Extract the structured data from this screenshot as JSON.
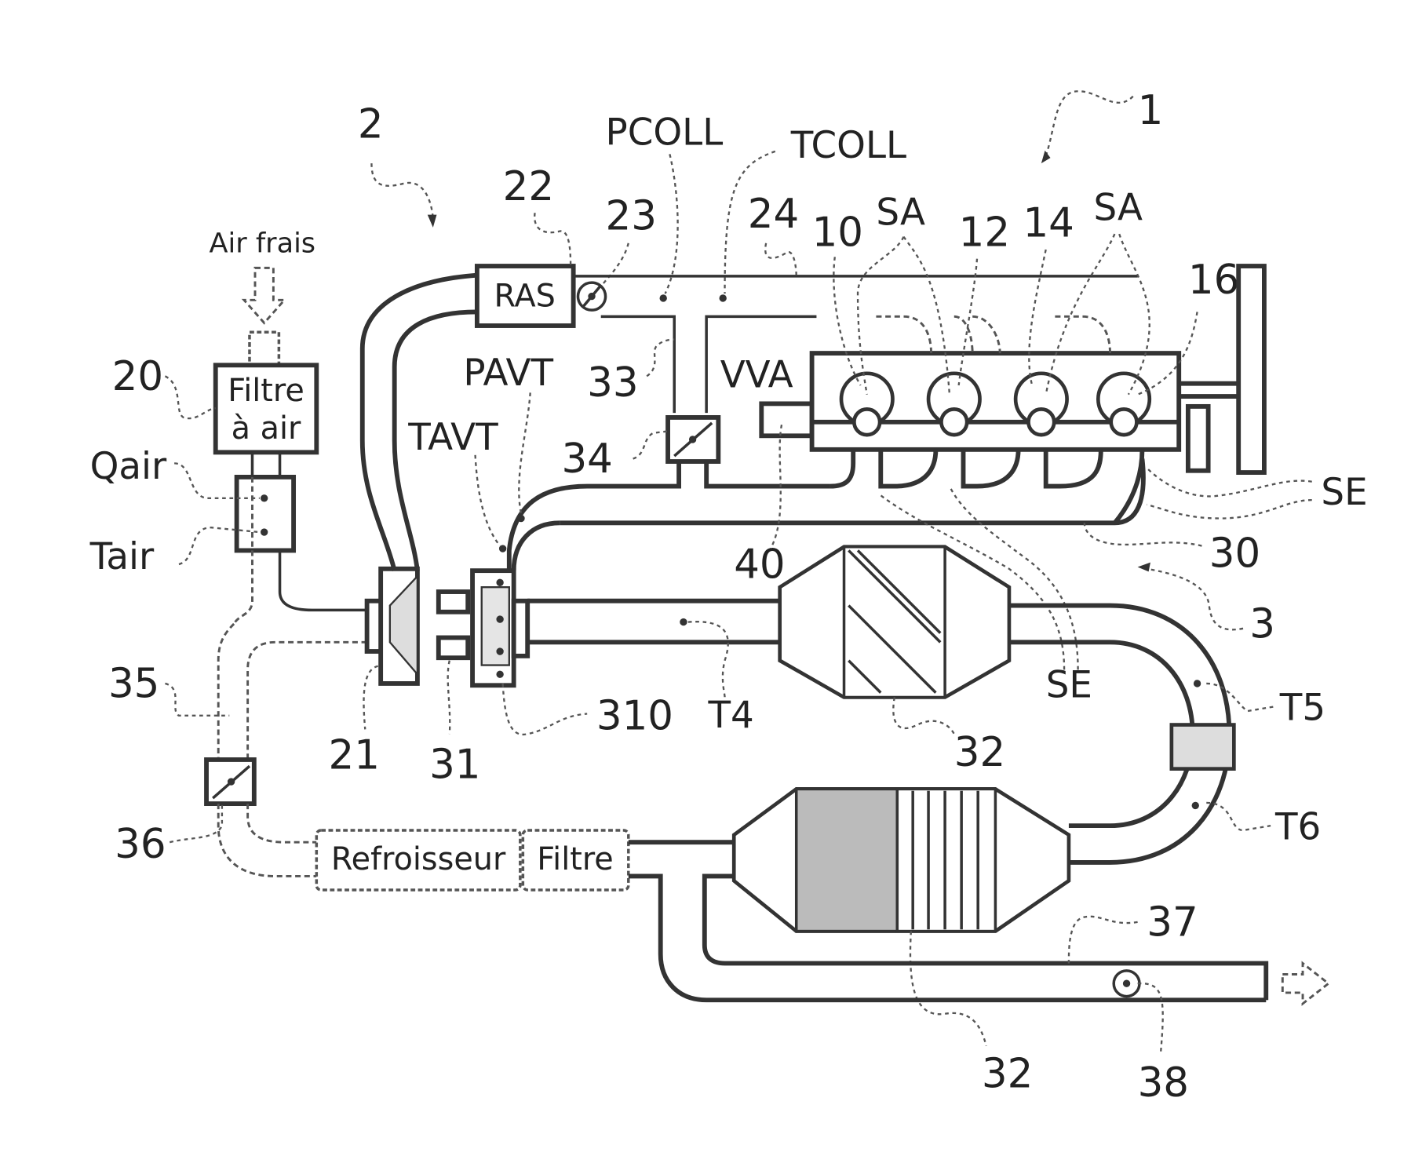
{
  "figure": {
    "system_refs": {
      "engine": "1",
      "intake": "2",
      "exhaust": "3"
    },
    "inlet": {
      "label": "Air frais"
    },
    "components": {
      "air_filter": {
        "ref": "20",
        "label_line1": "Filtre",
        "label_line2": "à air"
      },
      "compressor": {
        "ref": "21"
      },
      "charge_air_cooler": {
        "ref": "22",
        "label": "RAS"
      },
      "throttle": {
        "ref": "23"
      },
      "intake_manifold": {
        "ref": "24"
      },
      "cylinders": [
        "10",
        "12",
        "14",
        "16"
      ],
      "valve_actuation": {
        "ref": "40",
        "label": "VVA"
      },
      "exhaust_manifold": {
        "ref": "30"
      },
      "turbine": {
        "ref": "31"
      },
      "wastegate": {
        "ref": "310"
      },
      "egr_line_hp": {
        "ref": "33"
      },
      "egr_valve_hp": {
        "ref": "34"
      },
      "egr_line_lp": {
        "ref": "35"
      },
      "egr_valve_lp": {
        "ref": "36"
      },
      "tailpipe": {
        "ref": "37"
      },
      "exhaust_flap": {
        "ref": "38"
      },
      "catalyst_1": {
        "ref": "32"
      },
      "catalyst_2": {
        "ref": "32"
      },
      "egr_cooler": {
        "label": "Refroisseur"
      },
      "egr_filter": {
        "label": "Filtre"
      }
    },
    "sensors": {
      "pcoll": "PCOLL",
      "tcoll": "TCOLL",
      "pavt": "PAVT",
      "tavt": "TAVT",
      "qair": "Qair",
      "tair": "Tair",
      "t4": "T4",
      "t5": "T5",
      "t6": "T6",
      "sa1": "SA",
      "sa2": "SA",
      "se1": "SE",
      "se2": "SE"
    }
  }
}
